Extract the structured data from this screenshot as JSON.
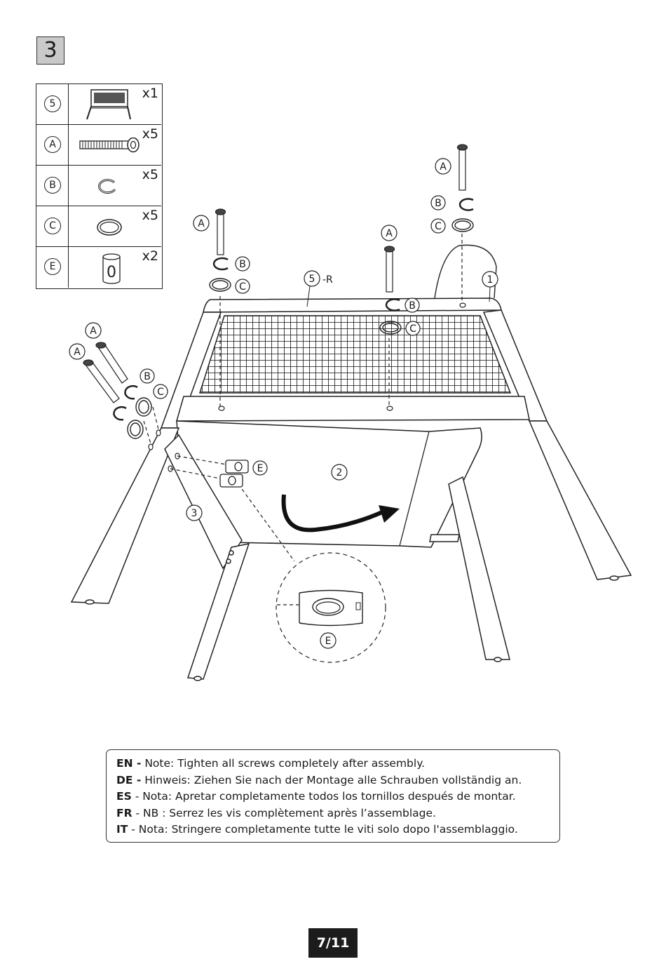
{
  "step_number": "3",
  "parts": [
    {
      "id": "5",
      "qty": "x1",
      "icon": "frame-part-icon"
    },
    {
      "id": "A",
      "qty": "x5",
      "icon": "bolt-icon"
    },
    {
      "id": "B",
      "qty": "x5",
      "icon": "split-washer-icon"
    },
    {
      "id": "C",
      "qty": "x5",
      "icon": "flat-washer-icon"
    },
    {
      "id": "E",
      "qty": "x2",
      "icon": "barrel-nut-icon"
    }
  ],
  "diagram": {
    "part_label_5r": "-R",
    "callouts": [
      "A",
      "B",
      "C",
      "E",
      "5",
      "1",
      "2",
      "3"
    ],
    "barrel_nut_glyph": "0"
  },
  "notes": [
    {
      "lang": "EN -",
      "text": "Note: Tighten all screws completely after assembly."
    },
    {
      "lang": "DE -",
      "text": "Hinweis: Ziehen Sie nach der Montage alle Schrauben vollständig an."
    },
    {
      "lang": "ES",
      "text": " - Nota: Apretar completamente todos los tornillos después de montar."
    },
    {
      "lang": "FR",
      "text": " - NB : Serrez les vis complètement après l’assemblage."
    },
    {
      "lang": "IT",
      "text": " - Nota: Stringere completamente tutte le viti solo dopo l'assemblaggio."
    }
  ],
  "page_number": "7/11"
}
